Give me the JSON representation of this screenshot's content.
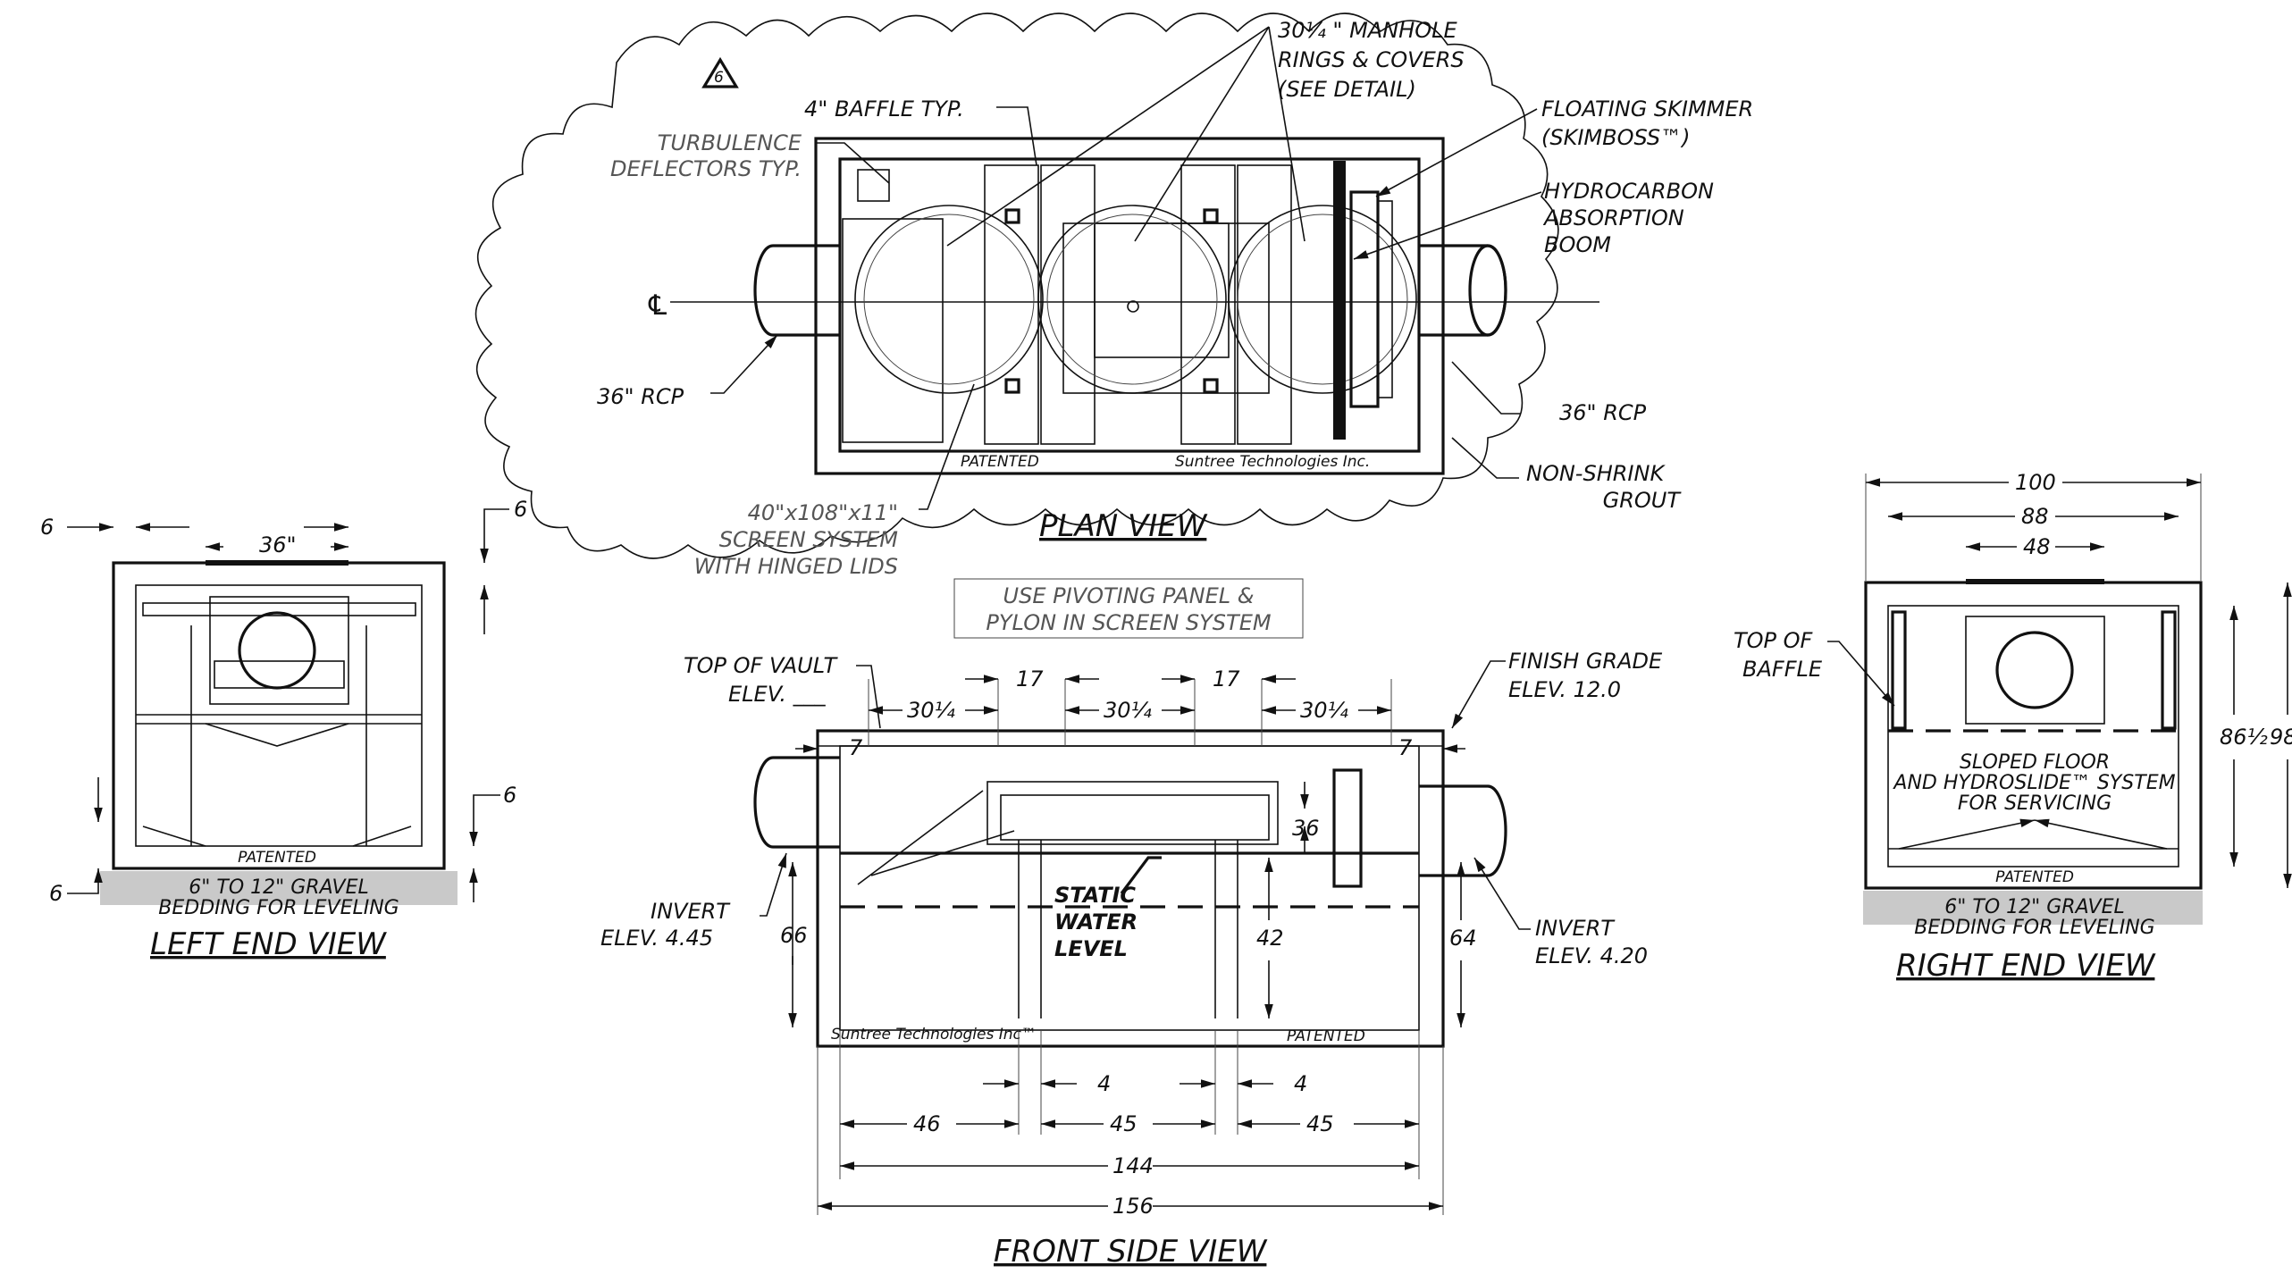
{
  "colors": {
    "ink": "#111111",
    "paper": "#ffffff",
    "gray_text": "#555555"
  },
  "revision_marker": "6",
  "plan_view": {
    "title": "PLAN VIEW",
    "manhole_note": [
      "30¼ \" MANHOLE",
      "RINGS & COVERS",
      "(SEE DETAIL)"
    ],
    "baffle_note": "4\" BAFFLE TYP.",
    "turbulence_note": [
      "TURBULENCE",
      "DEFLECTORS TYP."
    ],
    "skimmer_note": [
      "FLOATING SKIMMER",
      "(SKIMBOSS™)"
    ],
    "boom_note": [
      "HYDROCARBON",
      "ABSORPTION",
      "BOOM"
    ],
    "centerline": "℄",
    "rcp_left": "36\" RCP",
    "rcp_right": "36\" RCP",
    "grout_note": [
      "NON-SHRINK",
      "GROUT"
    ],
    "screen_note": [
      "40\"x108\"x11\"",
      "SCREEN SYSTEM",
      "WITH HINGED LIDS"
    ],
    "patented": "PATENTED",
    "company": "Suntree Technologies Inc.",
    "pivot_note": [
      "USE PIVOTING PANEL &",
      "PYLON IN SCREEN SYSTEM"
    ]
  },
  "front_view": {
    "title": "FRONT SIDE VIEW",
    "top_vault": [
      "TOP OF VAULT",
      "ELEV.  ___"
    ],
    "finish_grade": [
      "FINISH GRADE",
      "ELEV.  12.0"
    ],
    "dims_top": [
      "30¼",
      "17",
      "30¼",
      "17",
      "30¼"
    ],
    "dim_7a": "7",
    "dim_7b": "7",
    "dim_36": "36",
    "static_water": [
      "STATIC",
      "WATER",
      "LEVEL"
    ],
    "invert_left": [
      "INVERT",
      "ELEV.  4.45"
    ],
    "invert_right": [
      "INVERT",
      "ELEV.  4.20"
    ],
    "dim_66": "66",
    "dim_42": "42",
    "dim_64": "64",
    "company": "Suntree Technologies Inc™",
    "patented": "PATENTED",
    "dims_bottom": [
      "4",
      "4",
      "46",
      "45",
      "45",
      "144",
      "156"
    ]
  },
  "left_end_view": {
    "title": "LEFT  END  VIEW",
    "dim_36": "36\"",
    "dim_6_left": "6",
    "dim_6_top_right": "6",
    "dim_6_mid_right": "6",
    "dim_6_bottom_left": "6",
    "patented": "PATENTED",
    "gravel_note": [
      "6\" TO 12\" GRAVEL",
      "BEDDING FOR LEVELING"
    ]
  },
  "right_end_view": {
    "title": "RIGHT  END  VIEW",
    "dim_100": "100",
    "dim_88": "88",
    "dim_48": "48",
    "dim_86": "86½",
    "dim_98": "98",
    "top_baffle": [
      "TOP  OF",
      "BAFFLE"
    ],
    "floor_note": [
      "SLOPED FLOOR",
      "AND HYDROSLIDE™ SYSTEM",
      "FOR SERVICING"
    ],
    "patented": "PATENTED",
    "gravel_note": [
      "6\" TO 12\" GRAVEL",
      "BEDDING FOR LEVELING"
    ]
  }
}
